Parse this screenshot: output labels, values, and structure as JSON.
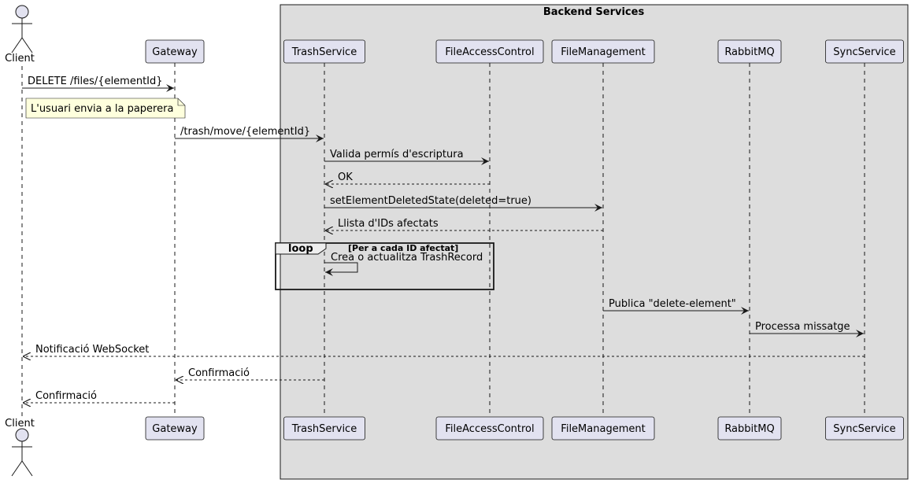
{
  "diagram": {
    "type": "sequence",
    "group_box": {
      "title": "Backend Services"
    },
    "colors": {
      "participant_fill": "#E2E2F0",
      "participant_stroke": "#181818",
      "group_fill": "#DDDDDD",
      "note_fill": "#FEFFDD",
      "line": "#181818"
    },
    "participants": [
      {
        "id": "client",
        "label": "Client",
        "kind": "actor"
      },
      {
        "id": "gateway",
        "label": "Gateway",
        "kind": "participant"
      },
      {
        "id": "trash",
        "label": "TrashService",
        "kind": "participant"
      },
      {
        "id": "fac",
        "label": "FileAccessControl",
        "kind": "participant"
      },
      {
        "id": "fm",
        "label": "FileManagement",
        "kind": "participant"
      },
      {
        "id": "rabbit",
        "label": "RabbitMQ",
        "kind": "participant"
      },
      {
        "id": "sync",
        "label": "SyncService",
        "kind": "participant"
      }
    ],
    "note": {
      "text": "L'usuari envia a la paperera",
      "over": "client"
    },
    "loop": {
      "keyword": "loop",
      "condition": "[Per a cada ID afectat]"
    },
    "messages": [
      {
        "from": "client",
        "to": "gateway",
        "text": "DELETE /files/{elementId}",
        "style": "solid"
      },
      {
        "from": "gateway",
        "to": "trash",
        "text": "/trash/move/{elementId}",
        "style": "solid"
      },
      {
        "from": "trash",
        "to": "fac",
        "text": "Valida permís d'escriptura",
        "style": "solid"
      },
      {
        "from": "fac",
        "to": "trash",
        "text": "OK",
        "style": "dashed"
      },
      {
        "from": "trash",
        "to": "fm",
        "text": "setElementDeletedState(deleted=true)",
        "style": "solid"
      },
      {
        "from": "fm",
        "to": "trash",
        "text": "Llista d'IDs afectats",
        "style": "dashed"
      },
      {
        "from": "trash",
        "to": "trash",
        "text": "Crea o actualitza TrashRecord",
        "style": "solid"
      },
      {
        "from": "fm",
        "to": "rabbit",
        "text": "Publica \"delete-element\"",
        "style": "solid"
      },
      {
        "from": "rabbit",
        "to": "sync",
        "text": "Processa missatge",
        "style": "solid"
      },
      {
        "from": "sync",
        "to": "client",
        "text": "Notificació WebSocket",
        "style": "dashed"
      },
      {
        "from": "trash",
        "to": "gateway",
        "text": "Confirmació",
        "style": "dashed"
      },
      {
        "from": "gateway",
        "to": "client",
        "text": "Confirmació",
        "style": "dashed"
      }
    ]
  }
}
